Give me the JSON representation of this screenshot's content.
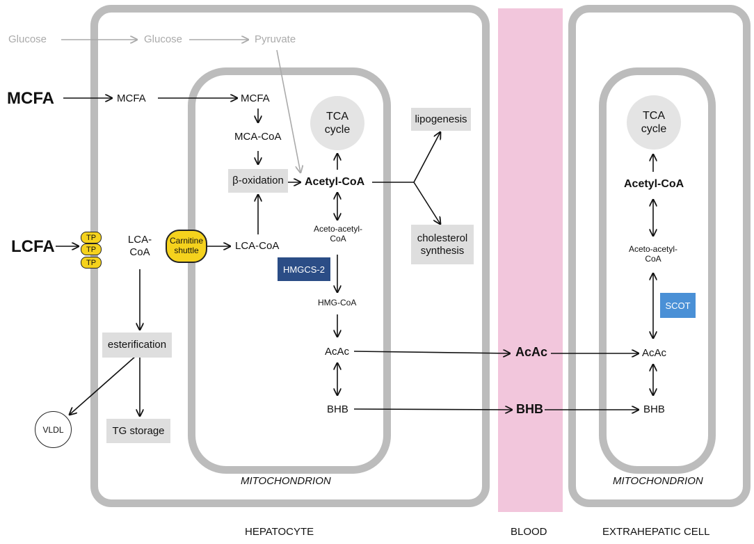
{
  "compartments": {
    "hepatocyte": "HEPATOCYTE",
    "blood": "BLOOD",
    "extrahepatic_cell": "EXTRAHEPATIC CELL",
    "mito_hepatocyte": "MITOCHONDRION",
    "mito_extrahepatic": "MITOCHONDRION"
  },
  "nodes": {
    "glucose_outside": "Glucose",
    "glucose_cyto": "Glucose",
    "pyruvate": "Pyruvate",
    "mcfa_outside": "MCFA",
    "mcfa_cyto": "MCFA",
    "mcfa_mito": "MCFA",
    "mca_coa": "MCA-CoA",
    "beta_oxidation": "β-oxidation",
    "acetyl_coa_hep": "Acetyl-CoA",
    "tca_hep": "TCA cycle",
    "lipogenesis": "lipogenesis",
    "cholesterol": "cholesterol synthesis",
    "lcfa_outside": "LCFA",
    "tp_1": "TP",
    "tp_2": "TP",
    "tp_3": "TP",
    "lca_coa_cyto": "LCA-CoA",
    "carnitine": "Carnitine shuttle",
    "lca_coa_mito": "LCA-CoA",
    "acetoacetyl_hep": "Aceto-acetyl-CoA",
    "hmgcs2": "HMGCS-2",
    "hmg_coa": "HMG-CoA",
    "acac_hep": "AcAc",
    "bhb_hep": "BHB",
    "esterification": "esterification",
    "vldl": "VLDL",
    "tg_storage": "TG storage",
    "acac_blood": "AcAc",
    "bhb_blood": "BHB",
    "tca_ext": "TCA cycle",
    "acetyl_coa_ext": "Acetyl-CoA",
    "acetoacetyl_ext": "Aceto-acetyl-CoA",
    "scot": "SCOT",
    "acac_ext": "AcAc",
    "bhb_ext": "BHB"
  },
  "colors": {
    "compartment_border": "#bcbcbc",
    "blood": "#f2c6dc",
    "grey_box": "#dedede",
    "tca_circle": "#e4e4e4",
    "transporter": "#f5d21d",
    "hmgcs2": "#2b4d86",
    "scot": "#4a90d6",
    "glucose_path": "#aaaaaa"
  }
}
